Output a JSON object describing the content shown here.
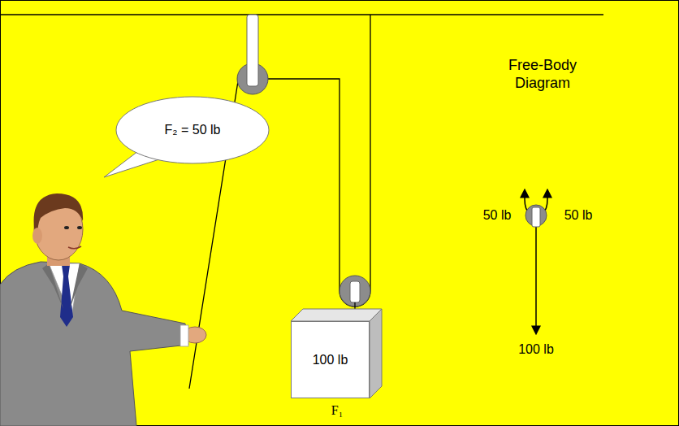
{
  "diagram": {
    "nodes": [
      {
        "text": [
          "F₂ = 50 lb"
        ]
      },
      {
        "text": [
          "100 lb"
        ]
      }
    ],
    "labels": [
      "Free-Body Diagram",
      "50 lb",
      "50 lb",
      "100 lb",
      "F₁"
    ]
  }
}
